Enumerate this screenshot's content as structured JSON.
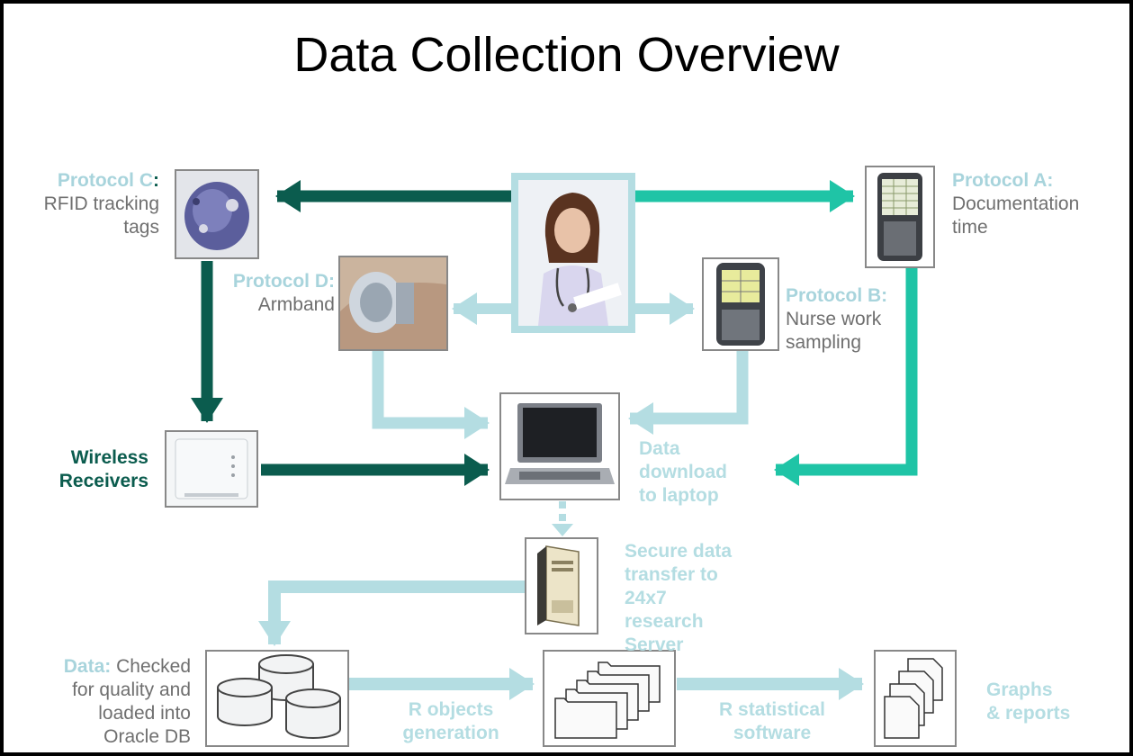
{
  "title": "Data Collection Overview",
  "protocol_c": {
    "heading": "Protocol C",
    "colon": ":",
    "line1": "RFID tracking",
    "line2": "tags"
  },
  "protocol_d": {
    "heading": "Protocol D:",
    "line1": "Armband"
  },
  "protocol_a": {
    "heading": "Protocol A:",
    "line1": "Documentation",
    "line2": "time"
  },
  "protocol_b": {
    "heading": "Protocol B:",
    "line1": "Nurse work",
    "line2": "sampling"
  },
  "wireless": {
    "line1": "Wireless",
    "line2": "Receivers"
  },
  "download": {
    "line1": "Data",
    "line2": "download",
    "line3": "to laptop"
  },
  "secure": {
    "line1": "Secure data",
    "line2": "transfer to",
    "line3": "24x7",
    "line4": "research",
    "line5": "Server"
  },
  "data_check": {
    "heading": "Data:",
    "line1": " Checked",
    "line2": "for quality and",
    "line3": "loaded into",
    "line4": "Oracle DB"
  },
  "r_objects": {
    "line1": "R objects",
    "line2": "generation"
  },
  "r_stat": {
    "line1": "R statistical",
    "line2": "software"
  },
  "graphs": {
    "line1": "Graphs",
    "line2": "& reports"
  },
  "colors": {
    "dark_green": "#0b5c4e",
    "teal": "#1fc4a6",
    "light_blue": "#b4dde2",
    "label_blue": "#a8d4dc",
    "gray_text": "#6f6f6f"
  }
}
